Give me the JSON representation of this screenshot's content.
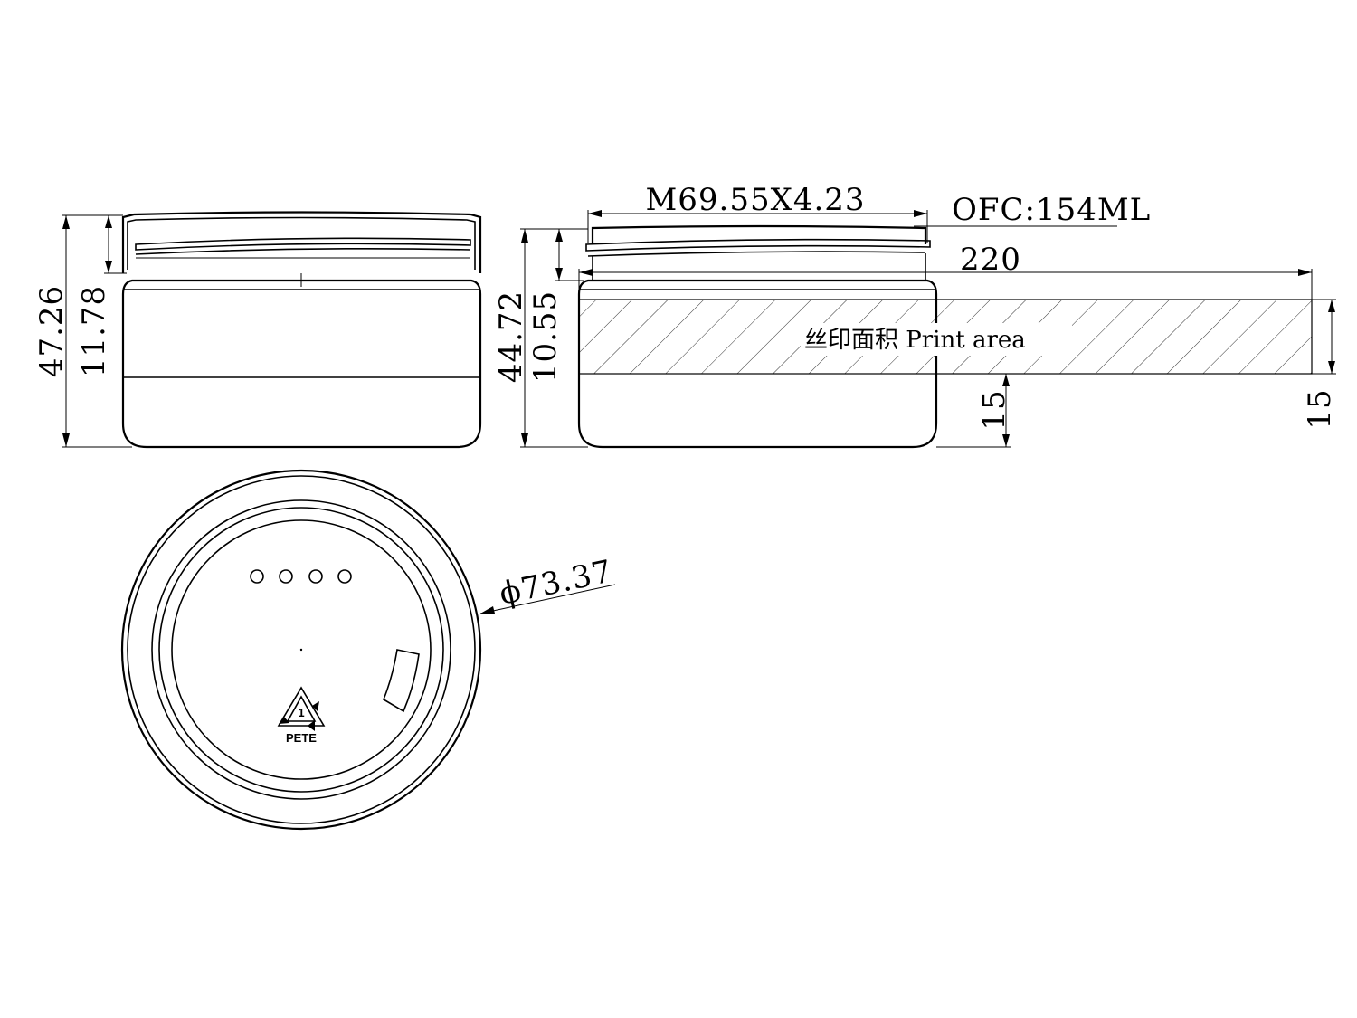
{
  "side_view_lid": {
    "height": "47.26",
    "lid_height": "11.78"
  },
  "side_view_open": {
    "height": "44.72",
    "neck_height": "10.55",
    "thread_spec": "M69.55X4.23",
    "ofc": "OFC:154ML",
    "print_width": "220",
    "print_offset": "15",
    "print_height": "15",
    "print_area_label": "丝印面积 Print area"
  },
  "bottom_view": {
    "diameter": "ϕ73.37",
    "recycle_code": "1",
    "material": "PETE"
  }
}
